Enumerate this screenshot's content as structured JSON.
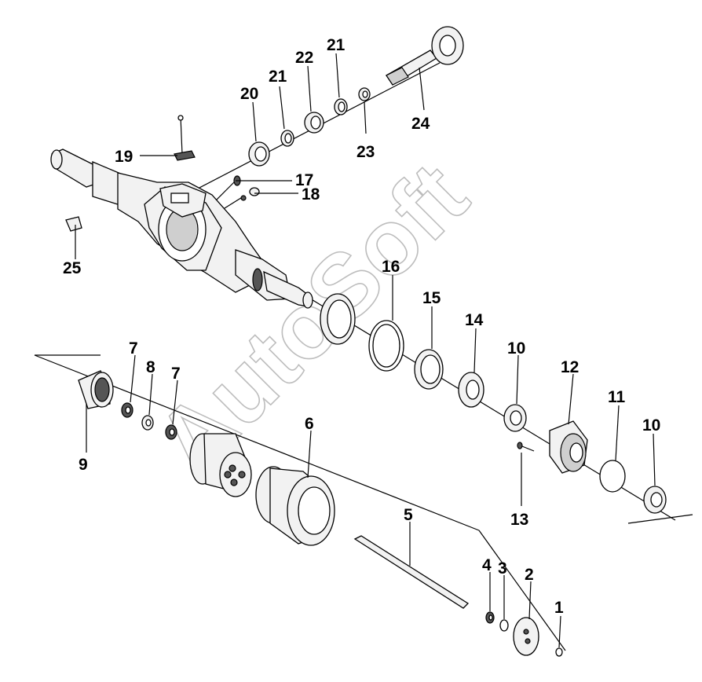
{
  "watermark": "AutoSoft",
  "callouts": {
    "c1": "1",
    "c2": "2",
    "c3": "3",
    "c4": "4",
    "c5": "5",
    "c6": "6",
    "c7a": "7",
    "c7b": "7",
    "c8": "8",
    "c9": "9",
    "c10a": "10",
    "c10b": "10",
    "c11": "11",
    "c12": "12",
    "c13": "13",
    "c14": "14",
    "c15": "15",
    "c16": "16",
    "c17": "17",
    "c18": "18",
    "c19": "19",
    "c20": "20",
    "c21a": "21",
    "c21b": "21",
    "c22": "22",
    "c23": "23",
    "c24": "24",
    "c25": "25"
  }
}
